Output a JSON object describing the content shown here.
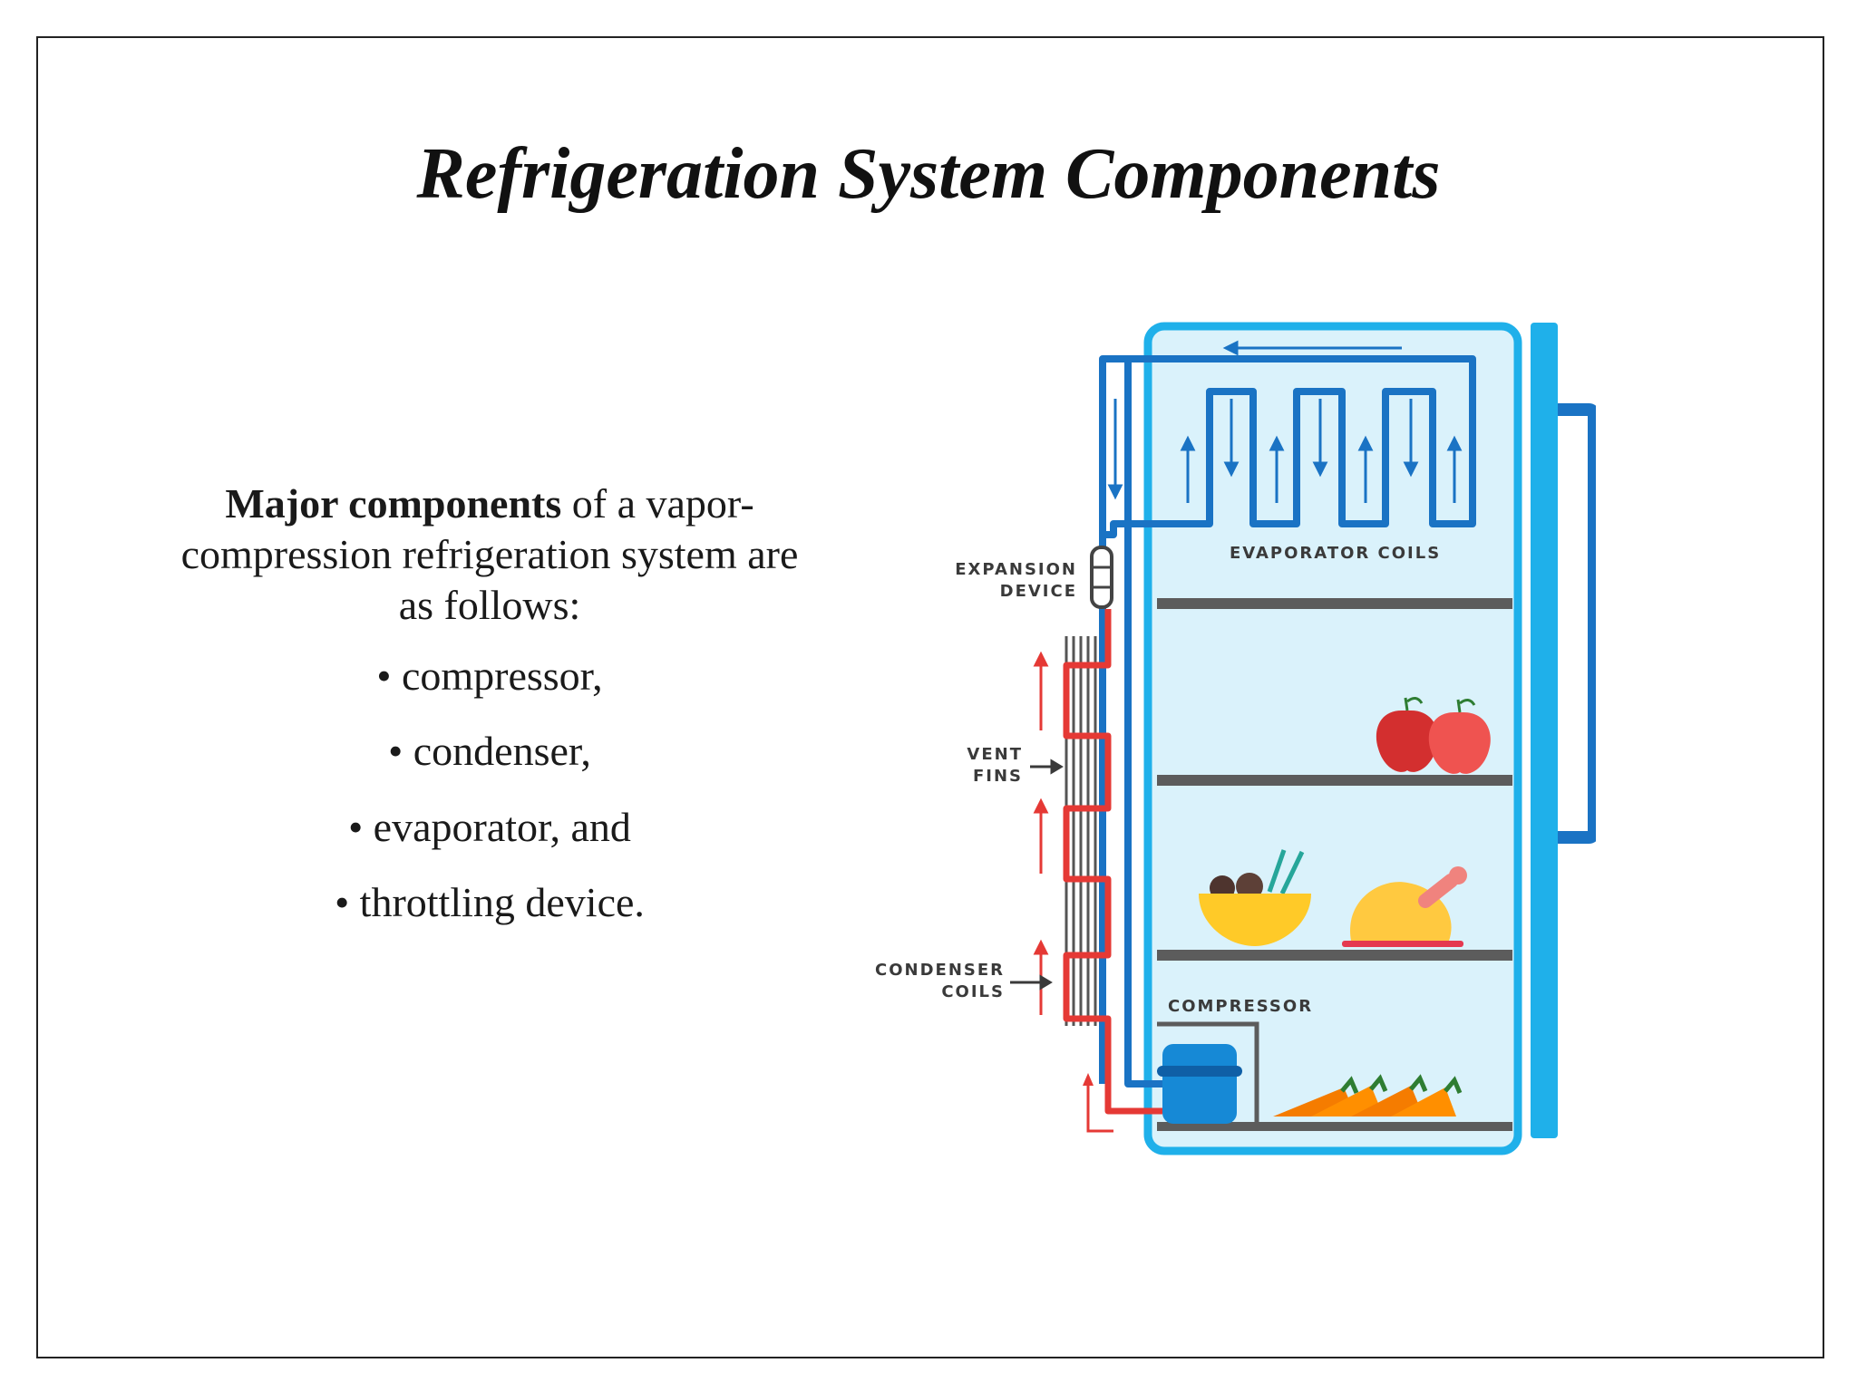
{
  "slide": {
    "title": "Refrigeration System Components",
    "intro_bold": "Major components",
    "intro_rest": " of a vapor-compression refrigeration system are as follows:",
    "components": [
      "compressor,",
      "condenser,",
      "evaporator, and",
      "throttling device."
    ]
  },
  "diagram": {
    "labels": {
      "evaporator_coils": "EVAPORATOR COILS",
      "expansion_device_line1": "EXPANSION",
      "expansion_device_line2": "DEVICE",
      "vent_fins_line1": "VENT",
      "vent_fins_line2": "FINS",
      "condenser_coils_line1": "CONDENSER",
      "condenser_coils_line2": "COILS",
      "compressor": "COMPRESSOR"
    },
    "colors": {
      "fridge_outline": "#1fb0ea",
      "fridge_interior": "#daf2fb",
      "cold_pipe": "#1a73c4",
      "hot_pipe": "#e53935",
      "shelf": "#5c5c5c",
      "compressor": "#1689d6"
    },
    "icons": [
      "apple-icon",
      "apple-icon",
      "bowl-icon",
      "roast-chicken-icon",
      "carrot-icon"
    ]
  }
}
